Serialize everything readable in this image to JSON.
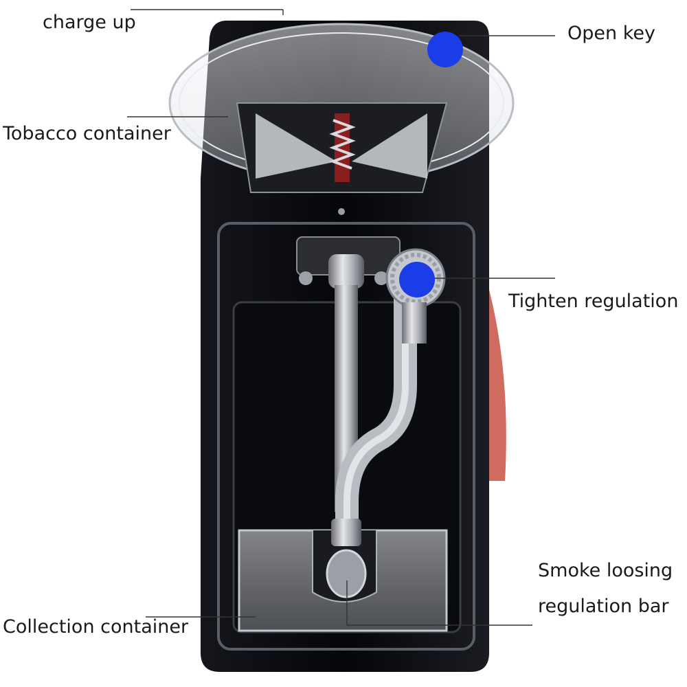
{
  "labels": {
    "charge_up": "charge up",
    "open_key": "Open key",
    "tobacco_container": "Tobacco container",
    "tighten_regulation": "Tighten regulation",
    "smoke_loosing_line1": "Smoke loosing",
    "smoke_loosing_line2": "regulation bar",
    "collection_container": "Collection container"
  },
  "colors": {
    "marker": "#1a3de8",
    "body": "#0d0e12",
    "leader_line": "#333333",
    "accent": "#c0392b"
  }
}
